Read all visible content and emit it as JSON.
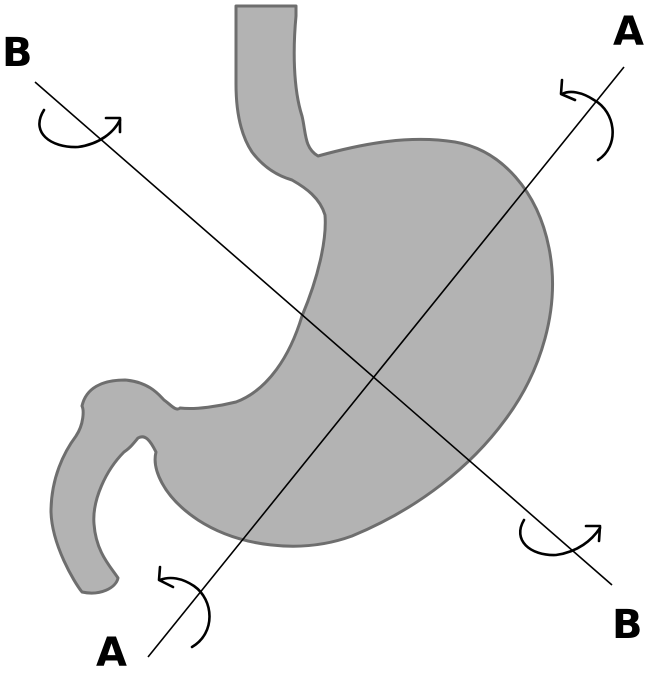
{
  "diagram": {
    "labels": {
      "b_top_left": "B",
      "a_top_right": "A",
      "a_bottom_left": "A",
      "b_bottom_right": "B"
    },
    "colors": {
      "stomach_fill": "#b3b3b3",
      "stomach_outline": "#6e6e6e",
      "axis_line": "#000000",
      "rotation_arrow": "#000000",
      "background": "#ffffff"
    },
    "icons": {
      "rotation_arrow": "curved-arrow-icon"
    }
  }
}
